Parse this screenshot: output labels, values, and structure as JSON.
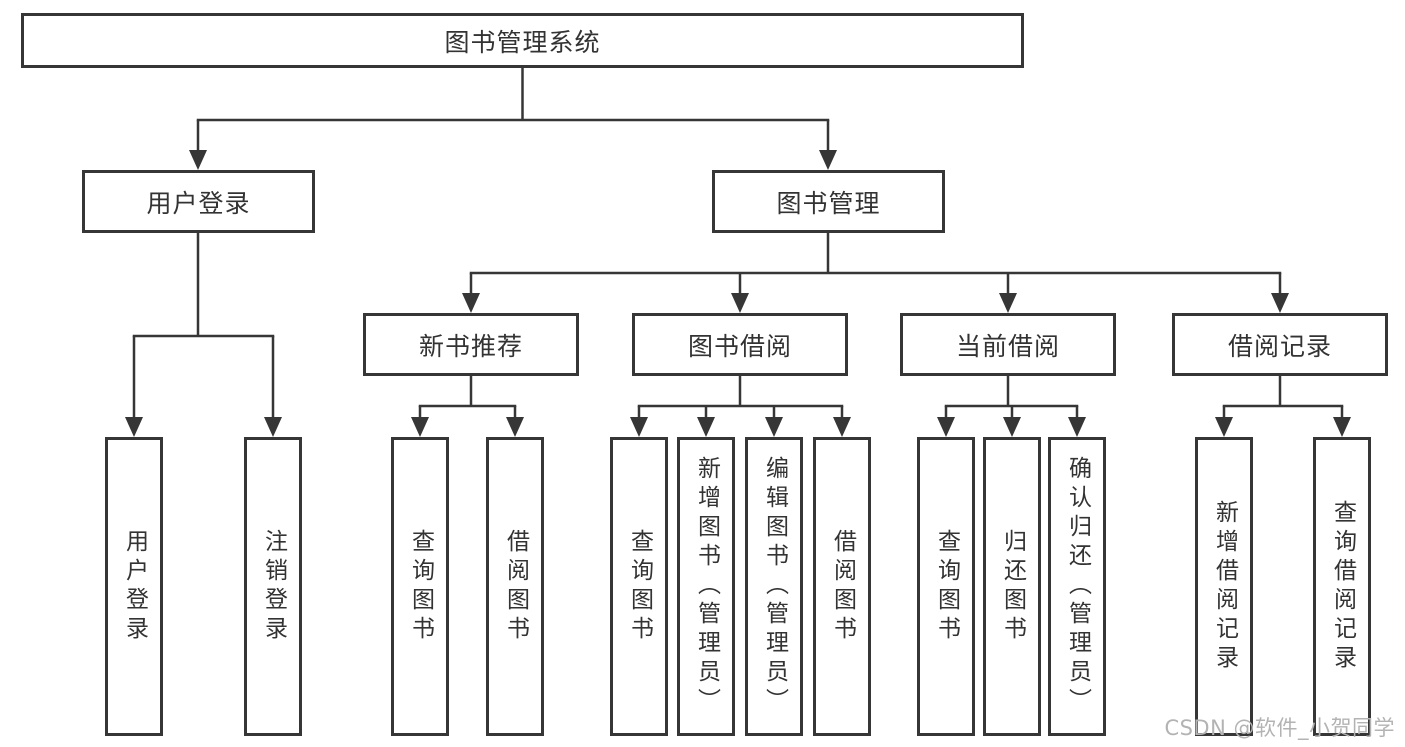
{
  "diagram": {
    "title": "图书管理系统",
    "level2": {
      "user_login": "用户登录",
      "book_management": "图书管理"
    },
    "level3": {
      "new_book_recommend": "新书推荐",
      "book_borrow": "图书借阅",
      "current_borrow": "当前借阅",
      "borrow_records": "借阅记录"
    },
    "leaves": {
      "user_login": [
        "用户登录",
        "注销登录"
      ],
      "new_book_recommend": [
        "查询图书",
        "借阅图书"
      ],
      "book_borrow": [
        "查询图书",
        "新增图书（管理员）",
        "编辑图书（管理员）",
        "借阅图书"
      ],
      "current_borrow": [
        "查询图书",
        "归还图书",
        "确认归还（管理员）"
      ],
      "borrow_records": [
        "新增借阅记录",
        "查询借阅记录"
      ]
    }
  },
  "watermark": "CSDN @软件_小贺同学",
  "colors": {
    "line": "#363636",
    "text": "#333333",
    "watermark": "#b3b3b3",
    "background": "#ffffff"
  }
}
